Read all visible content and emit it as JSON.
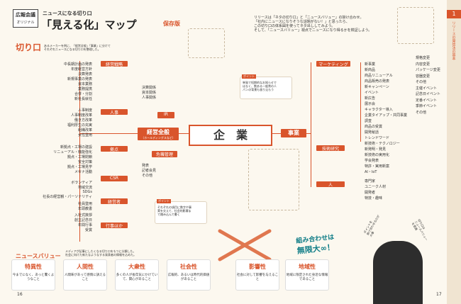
{
  "header": {
    "badge_top": "広報会議",
    "badge_bottom": "オリジナル",
    "subtitle": "ニュースになる切り口",
    "title": "「見える化」マップ",
    "title_tag": "保存版",
    "intro_lines": [
      "リリースは「ネタの切り口」と「ニュースバリュー」の掛け合わせ。",
      "「社内にニュースになりそうな話題がない！」と思ったら、",
      "この切り口の体系図を使ってネタ出ししてみよう。",
      "そして、「ニュースバリュー」視点でニュースになり得るかを検証しよう。"
    ]
  },
  "left_label": "切り口",
  "left_desc": [
    "あるメーカーを例に、「経営全般」「事業」に分けて",
    "それぞれニュースになる切り口を整理した。"
  ],
  "center": {
    "main": "企　業",
    "management": "経営全般",
    "management_sub": "（ホールディングスなど）",
    "business": "事業",
    "ir": "IR",
    "crisis": "危機管理",
    "ir_items": [
      "決算関係",
      "資本関係",
      "人事関係"
    ],
    "crisis_items": [
      "発表",
      "記者会見",
      "その他"
    ]
  },
  "left_groups": [
    {
      "label": "経営戦略",
      "items": [
        "中長期計画の発表",
        "年度経営方針",
        "決算発表",
        "新規事業の発表",
        "資本業務",
        "業務提携",
        "合併・分割",
        "新社長就任"
      ]
    },
    {
      "label": "人事",
      "items": [
        "人事制度",
        "人事制度改革",
        "働き方改革",
        "福利厚生の充実",
        "組織改革",
        "女性登用"
      ]
    },
    {
      "label": "拠点",
      "items": [
        "新拠点・工場の建設",
        "リニューアル・機能強化",
        "拠点・工場閉鎖",
        "安全対策",
        "拠点・工場見学",
        "メセナ活動"
      ]
    },
    {
      "label": "CSR",
      "items": [
        "ボランティア",
        "地域交流",
        "SDGs",
        "社長の経営観・パーソナリティ"
      ]
    },
    {
      "label": "経営者",
      "items": [
        "社員登用",
        "年頭教書"
      ]
    },
    {
      "label": "行事ほか",
      "items": [
        "入社式挨拶",
        "創立記念日",
        "年間行事",
        "受賞"
      ]
    }
  ],
  "right_groups": [
    {
      "label": "マーケティング",
      "items": [
        "新事業",
        "新商品",
        "商品リニューアル",
        "商品販売の発表",
        "新キャンペーン",
        "イベント",
        "新広告",
        "展示会",
        "キャラクター導入",
        "企業タイアップ・共同事業",
        "調査",
        "商品の受賞",
        "開発秘話",
        "トレンドワード"
      ]
    },
    {
      "label": "技術研究",
      "items": [
        "新技術・テクノロジー",
        "新発明・発見",
        "新技術の実用化",
        "学会発表",
        "特許・実用新案",
        "AI・IoT"
      ]
    },
    {
      "label": "人",
      "items": [
        "専門家",
        "ユニーク人材",
        "開発者",
        "特技・趣味"
      ]
    }
  ],
  "far_right_items": [
    "規格変更",
    "内容変更",
    "パッケージ変更",
    "容器変更",
    "その他",
    "主催イベント",
    "記念日イベント",
    "定番イベント",
    "季節イベント",
    "その他"
  ],
  "point1_label": "ポイント",
  "point1": [
    "単発で短期的なお知らせで",
    "はなく、数ある一般常の人",
    "パンの背景も振り込もう"
  ],
  "point2_label": "ポイント",
  "point2": [
    "それぞれの項目に数字や事",
    "実を交えて、社会的影響ま",
    "で踏み込んで書く"
  ],
  "news_value_label": "ニュースバリュー",
  "news_value_desc": [
    "メディアが記事にしたくなる切り口をもつに分類した。",
    "社会に向けた新たなようなする発表者の情報を込めた。"
  ],
  "combine": "組み合わせは",
  "combine_big": "無限大∞！",
  "cards": [
    {
      "title": "特異性",
      "body": "今までになく、あっと驚くようなこと"
    },
    {
      "title": "人間性",
      "body": "人間味があって感情に訴えること"
    },
    {
      "title": "大衆性",
      "body": "多くの人が長年気にかけていて、関心があること"
    },
    {
      "title": "社会性",
      "body": "広報的、あるいは時代的価値があること"
    },
    {
      "title": "影響性",
      "body": "社会に対して影響を与えること"
    },
    {
      "title": "地域性",
      "body": "地域に限定された身近な情報であること"
    }
  ],
  "bubble1": [
    "ポイントを",
    "掛け合わせるのが",
    "大事"
  ],
  "bubble2": [
    "切り口は",
    "ニュースバリュー",
    "を意識"
  ],
  "page_left": "16",
  "page_right": "17",
  "side_tab_num": "1",
  "side_tab_text": "リリースの発信法の基本"
}
